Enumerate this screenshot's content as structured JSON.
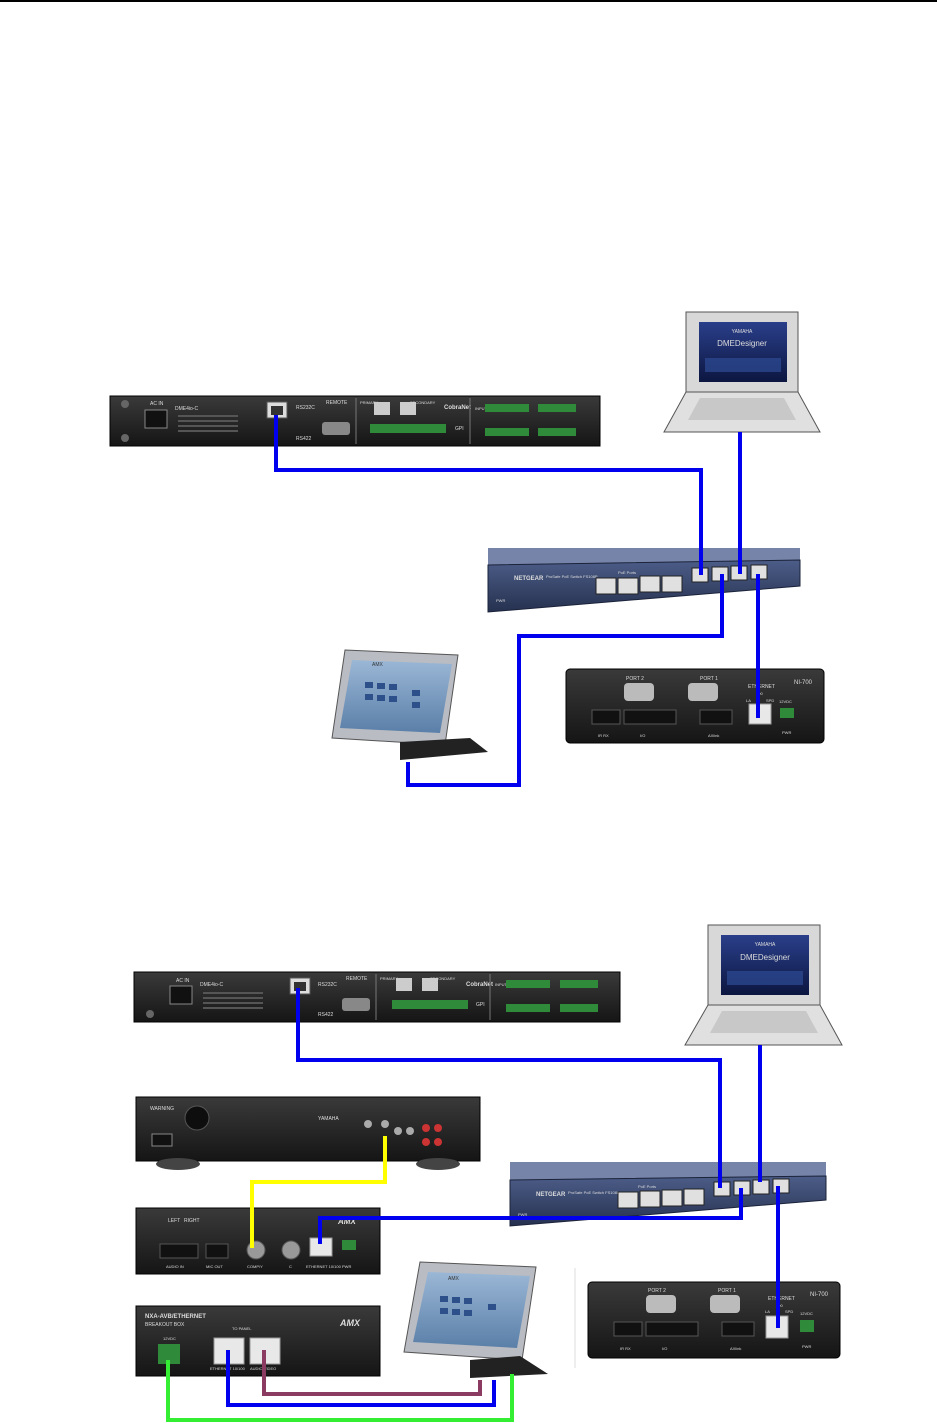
{
  "diagram1": {
    "dme_model": "DME4io-C",
    "dme_ac_in": "AC IN",
    "dme_rs232c": "RS232C",
    "dme_remote": "REMOTE",
    "dme_rs422": "RS422",
    "dme_cobranet": "CobraNet",
    "dme_primary": "PRIMARY",
    "dme_secondary": "SECONDARY",
    "dme_input": "INPUT",
    "dme_gpi": "GPI",
    "laptop_brand": "YAMAHA",
    "laptop_app": "DMEDesigner",
    "switch_brand": "NETGEAR",
    "switch_model": "ProSafe PoE Switch FS108P",
    "switch_poe_ports": "PoE Ports",
    "switch_pwr": "PWR",
    "ni_model": "NI-700",
    "ni_port2": "PORT 2",
    "ni_port1": "PORT 1",
    "ni_ethernet": "ETHERNET",
    "ni_ethernet_speed": "100",
    "ni_la": "LA",
    "ni_spd": "SPD",
    "ni_ir_rx": "IR RX",
    "ni_io": "I/O",
    "ni_axlink": "AXlink",
    "ni_pwr": "PWR",
    "ni_power_rating": "12VDC",
    "panel_brand": "AMX"
  },
  "diagram2": {
    "dme_model": "DME4io-C",
    "dme_ac_in": "AC IN",
    "dme_rs232c": "RS232C",
    "dme_remote": "REMOTE",
    "dme_rs422": "RS422",
    "dme_cobranet": "CobraNet",
    "dme_primary": "PRIMARY",
    "dme_secondary": "SECONDARY",
    "dme_input": "INPUT",
    "dme_gpi": "GPI",
    "laptop_brand": "YAMAHA",
    "laptop_app": "DMEDesigner",
    "switch_brand": "NETGEAR",
    "switch_model": "ProSafe PoE Switch FS108P",
    "switch_poe_ports": "PoE Ports",
    "switch_pwr": "PWR",
    "ni_model": "NI-700",
    "ni_port2": "PORT 2",
    "ni_port1": "PORT 1",
    "ni_ethernet": "ETHERNET",
    "ni_ethernet_speed": "100",
    "ni_la": "LA",
    "ni_spd": "SPD",
    "ni_ir_rx": "IR RX",
    "ni_io": "I/O",
    "ni_axlink": "AXlink",
    "ni_pwr": "PWR",
    "ni_power_rating": "12VDC",
    "receiver_maker": "YAMAHA",
    "receiver_warning": "WARNING",
    "av_left": "LEFT",
    "av_right": "RIGHT",
    "av_audio_in": "AUDIO IN",
    "av_mic_out": "MIC OUT",
    "av_comp": "COMP/Y",
    "av_c": "C",
    "av_ethernet": "ETHERNET 10/100",
    "av_pwr": "PWR",
    "av_brand": "AMX",
    "breakout_title_1": "NXA-AVB/ETHERNET",
    "breakout_title_2": "BREAKOUT BOX",
    "breakout_to_panel": "TO PANEL",
    "breakout_ethernet": "ETHERNET 10/100",
    "breakout_audio_video": "AUDIO/VIDEO",
    "breakout_power": "12VDC",
    "breakout_brand": "AMX",
    "panel_brand": "AMX"
  },
  "colors": {
    "ethernet_cable": "#0000ee",
    "video_cable": "#ffff00",
    "av_cable": "#8b3a62",
    "power_cable": "#33ee33"
  }
}
